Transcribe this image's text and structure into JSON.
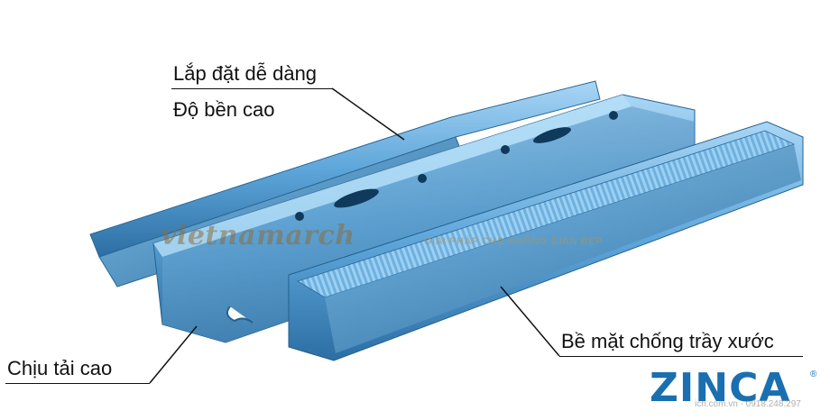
{
  "callouts": {
    "top_1": "Lắp đặt dễ dàng",
    "top_2": "Độ bền cao",
    "left_bottom": "Chịu tải cao",
    "right_bottom": "Bề mặt chống trầy xước"
  },
  "watermark": {
    "site": "vietnamarch",
    "slogan": "GIẢI PHÁP CHO KHÔNG GIAN ĐẸP",
    "phone": "ich.com.vn · 0918.248.297"
  },
  "brand": {
    "logo_text": "ZINCA",
    "reg_mark": "®"
  },
  "colors": {
    "steel_light": "#8fc4ea",
    "steel_mid": "#4f97cf",
    "steel_dark": "#1f5f93",
    "brand_blue": "#1a6fb0"
  }
}
